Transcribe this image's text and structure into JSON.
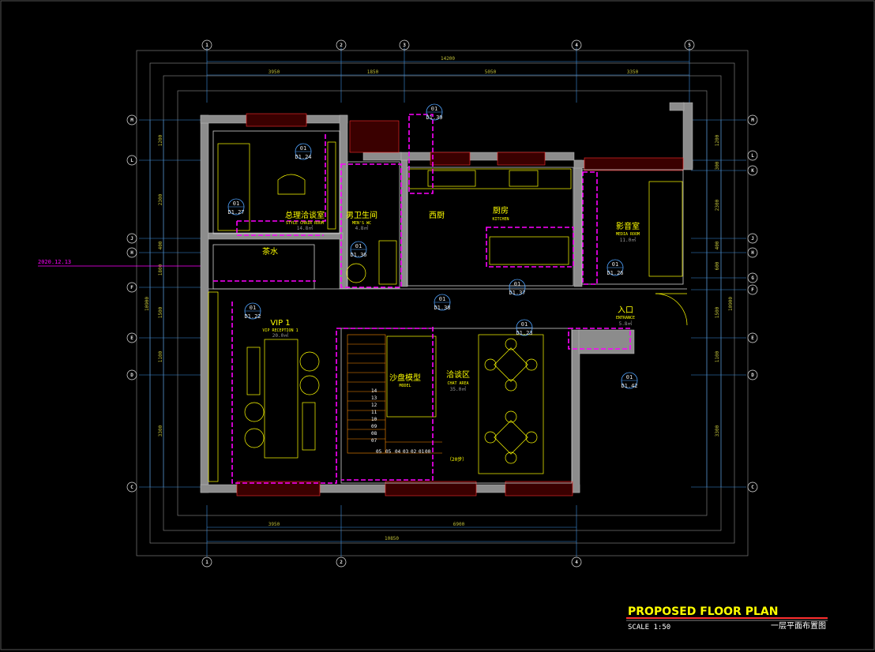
{
  "title_block": {
    "title": "PROPOSED FLOOR PLAN",
    "scale": "SCALE 1:50",
    "title_cn": "一层平面布置图"
  },
  "revision_note": "2020.12.13",
  "grid_axes": {
    "top": [
      "1",
      "2",
      "3",
      "4",
      "5"
    ],
    "bottom": [
      "1",
      "2",
      "4"
    ],
    "left": [
      "M",
      "L",
      "J",
      "H",
      "F",
      "E",
      "D",
      "C"
    ],
    "right": [
      "M",
      "L",
      "K",
      "J",
      "H",
      "G",
      "F",
      "E",
      "D",
      "C"
    ]
  },
  "dimensions": {
    "top_overall": "14200",
    "top_segments": [
      "3950",
      "1850",
      "5050",
      "3350"
    ],
    "bottom_segments": [
      "3950",
      "6900"
    ],
    "bottom_overall": "10850",
    "left_segments": [
      "1200",
      "2300",
      "400",
      "1800",
      "1500",
      "1100",
      "3300"
    ],
    "left_overall": "10900",
    "right_segments": [
      "1200",
      "300",
      "2300",
      "400",
      "600",
      "1500",
      "1100",
      "3300"
    ],
    "right_overall": "10900"
  },
  "rooms": [
    {
      "cn": "总理洽谈室",
      "en": "STYLE CHAIR ROOM",
      "area": "14.8㎡"
    },
    {
      "cn": "男卫生间",
      "en": "MEN'S WC",
      "area": "4.8㎡"
    },
    {
      "cn": "西厨",
      "en": "",
      "area": ""
    },
    {
      "cn": "厨房",
      "en": "KITCHEN",
      "area": ""
    },
    {
      "cn": "影音室",
      "en": "MEDIA ROOM",
      "area": "11.0㎡"
    },
    {
      "cn": "入口",
      "en": "ENTRANCE",
      "area": "5.8㎡"
    },
    {
      "cn": "VIP 1",
      "en": "VIP RECEPTION 1",
      "area": "20.0㎡"
    },
    {
      "cn": "沙盘模型",
      "en": "MODEL",
      "area": ""
    },
    {
      "cn": "洽谈区",
      "en": "CHAT AREA",
      "area": "35.0㎡"
    },
    {
      "cn": "茶水",
      "en": "",
      "area": ""
    }
  ],
  "detail_tags": [
    {
      "top": "01",
      "bottom": "D1.39"
    },
    {
      "top": "01",
      "bottom": "D1.24"
    },
    {
      "top": "01",
      "bottom": "D1.27"
    },
    {
      "top": "01",
      "bottom": "D1.36"
    },
    {
      "top": "01",
      "bottom": "D1.37"
    },
    {
      "top": "01",
      "bottom": "D1.26"
    },
    {
      "top": "01",
      "bottom": "D1.22"
    },
    {
      "top": "01",
      "bottom": "D1.23"
    },
    {
      "top": "01",
      "bottom": "D1.42"
    },
    {
      "top": "01",
      "bottom": "D1.38"
    }
  ],
  "stair": {
    "steps": [
      "14",
      "13",
      "12",
      "11",
      "10",
      "09",
      "08",
      "07"
    ],
    "steps_bottom": [
      "05",
      "05",
      "04",
      "03",
      "02",
      "01",
      "00"
    ],
    "note": "（20步）"
  }
}
